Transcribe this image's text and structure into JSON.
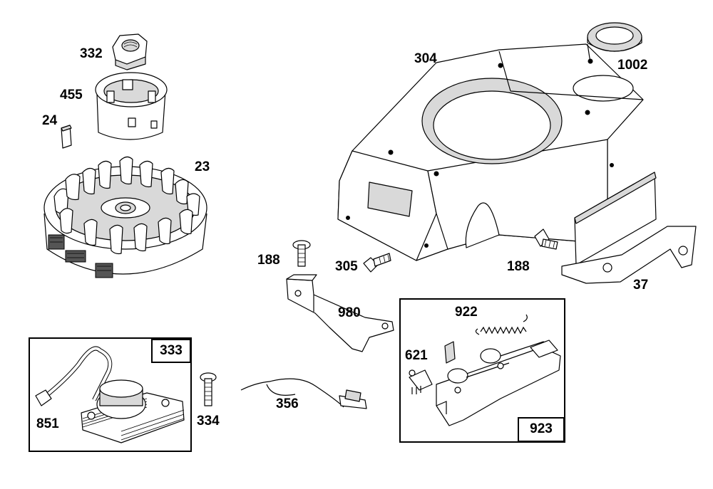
{
  "labels": {
    "p332": "332",
    "p455": "455",
    "p24": "24",
    "p23": "23",
    "p304": "304",
    "p1002": "1002",
    "p188a": "188",
    "p305": "305",
    "p188b": "188",
    "p37": "37",
    "p980": "980",
    "p922": "922",
    "p621": "621",
    "p851": "851",
    "p334": "334",
    "p356": "356"
  },
  "boxes": {
    "ignition_tag": "333",
    "governor_tag": "923"
  }
}
